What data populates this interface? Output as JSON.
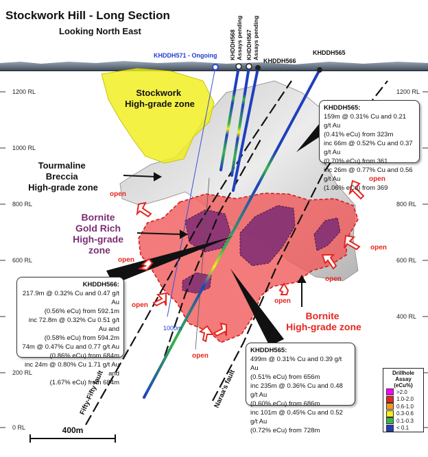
{
  "title": "Stockwork Hill  - Long Section",
  "subtitle": "Looking North East",
  "elevations": [
    "1200 RL",
    "1000 RL",
    "800 RL",
    "600 RL",
    "400 RL",
    "200 RL",
    "0 RL"
  ],
  "holes": {
    "h571": "KHDDH571 - Ongoing",
    "h568": "KHDDH568",
    "h567": "KHDDH567",
    "pending": "Assays pending",
    "h566": "KHDDH566",
    "h565": "KHDDH565"
  },
  "zones": {
    "stockwork": [
      "Stockwork",
      "High-grade zone"
    ],
    "tourmaline": [
      "Tourmaline",
      "Breccia",
      "High-grade zone"
    ],
    "bornite_gold": [
      "Bornite",
      "Gold Rich",
      "High-grade",
      "zone"
    ],
    "bornite": [
      "Bornite",
      "High-grade zone"
    ]
  },
  "open_label": "open",
  "depth_label": "1000m",
  "faults": {
    "fifty": "Fifty-Fifty fault",
    "naraa": "Naraa's fault"
  },
  "scale_label": "400m",
  "box565_upper": {
    "title": "KHDDH565:",
    "lines": [
      "159m @ 0.31% Cu and 0.21 g/t Au",
      "(0.41% eCu) from 323m",
      "inc 66m @ 0.52% Cu and  0.37 g/t Au",
      "(0.70% eCu) from 361",
      "inc 26m @ 0.77% Cu and  0.56 g/t Au",
      "(1.06% eCu) from 369"
    ]
  },
  "box566": {
    "title": "KHDDH566:",
    "lines": [
      "217.9m @ 0.32% Cu and 0.47 g/t Au",
      "(0.56% eCu) from 592.1m",
      "inc 72.8m @ 0.32% Cu 0.51 g/t Au and",
      "(0.58% eCu) from 594.2m",
      "74m @ 0.47% Cu and 0.77 g/t Au",
      "(0.86% eCu) from 684m",
      "inc 24m @ 0.80% Cu 1.71 g/t Au and",
      "(1.67% eCu) from 684m"
    ]
  },
  "box565_lower": {
    "title": "KHDDH565:",
    "lines": [
      "499m @ 0.31% Cu and 0.39 g/t Au",
      "(0.51% eCu) from 656m",
      "inc 235m @ 0.36% Cu and 0.48 g/t Au",
      "(0.60% eCu) from 686m",
      "inc 101m @ 0.45% Cu and 0.52 g/t Au",
      "(0.72% eCu) from 728m"
    ]
  },
  "legend": {
    "title": [
      "Drillhole",
      "Assay (eCu%)"
    ],
    "items": [
      {
        "label": ">2.0",
        "color": "#ff00ff"
      },
      {
        "label": "1.0-2.0",
        "color": "#e8251c"
      },
      {
        "label": "0.6-1.0",
        "color": "#f29a22"
      },
      {
        "label": "0.3-0.6",
        "color": "#f5ee1a"
      },
      {
        "label": "0.1-0.3",
        "color": "#3ab54a"
      },
      {
        "label": "< 0.1",
        "color": "#1f3fbf"
      }
    ]
  },
  "colors": {
    "stockwork": "#f2ee1c",
    "bornite_red": "#f05a5a",
    "bornite_purple": "#7b2c73",
    "open_red": "#e5261f",
    "host": "#d9d9d9"
  }
}
